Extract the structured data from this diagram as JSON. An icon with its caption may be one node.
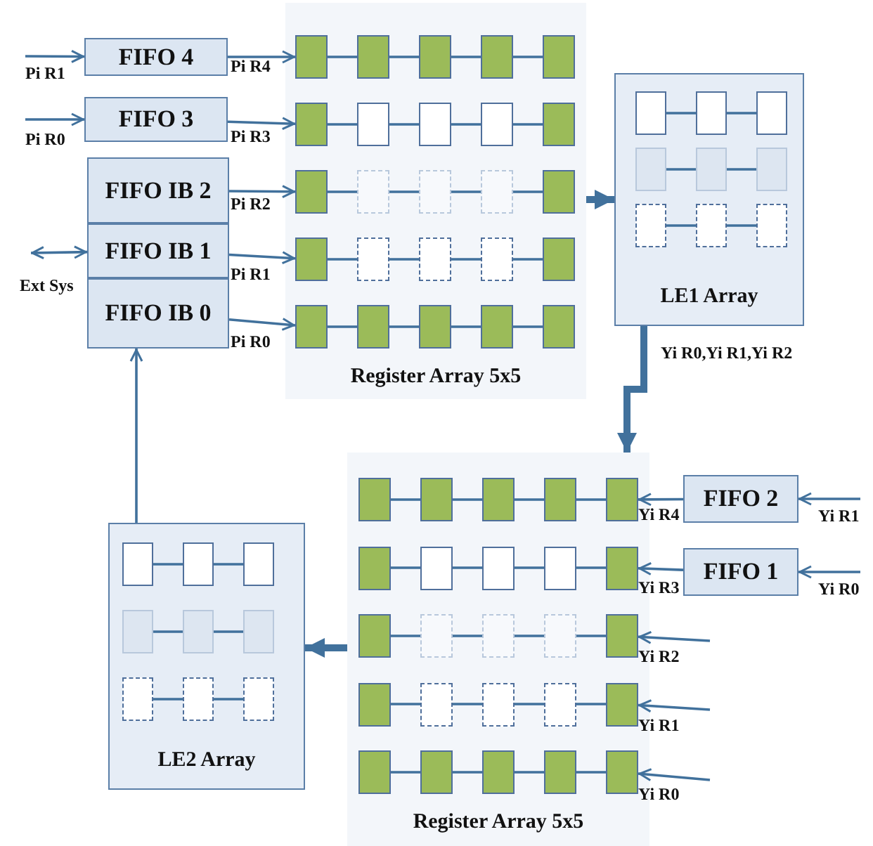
{
  "diagram": {
    "nodes": [
      {
        "text": [
          "FIFO 4"
        ]
      },
      {
        "text": [
          "FIFO 3"
        ]
      },
      {
        "text": [
          "FIFO IB 2"
        ]
      },
      {
        "text": [
          "FIFO IB 1"
        ]
      },
      {
        "text": [
          "FIFO IB 0"
        ]
      },
      {
        "text": [
          "Register Array 5x5"
        ]
      },
      {
        "text": [],
        "shape": "box",
        "in": 5
      },
      {
        "text": [],
        "shape": "box",
        "in": 5
      },
      {
        "text": [],
        "shape": "box",
        "in": 5
      },
      {
        "text": [],
        "shape": "box",
        "in": 5
      },
      {
        "text": [],
        "shape": "box",
        "in": 5
      },
      {
        "text": [],
        "shape": "box",
        "in": 5
      },
      {
        "text": [],
        "shape": "box",
        "in": 5
      },
      {
        "text": [],
        "shape": "box",
        "in": 5
      },
      {
        "text": [],
        "shape": "box",
        "in": 5
      },
      {
        "text": [],
        "shape": "box",
        "in": 5
      },
      {
        "text": [],
        "shape": "box",
        "in": 5
      },
      {
        "text": [],
        "shape": "box",
        "in": 5
      },
      {
        "text": [],
        "shape": "box",
        "in": 5
      },
      {
        "text": [],
        "shape": "box",
        "in": 5
      },
      {
        "text": [],
        "shape": "box",
        "in": 5
      },
      {
        "text": [],
        "shape": "box",
        "in": 5
      },
      {
        "text": [],
        "shape": "box",
        "in": 5
      },
      {
        "text": [],
        "shape": "box",
        "in": 5
      },
      {
        "text": [],
        "shape": "box",
        "in": 5
      },
      {
        "text": [],
        "shape": "box",
        "in": 5
      },
      {
        "text": [],
        "shape": "box",
        "in": 5
      },
      {
        "text": [],
        "shape": "box",
        "in": 5
      },
      {
        "text": [],
        "shape": "box",
        "in": 5
      },
      {
        "text": [],
        "shape": "box",
        "in": 5
      },
      {
        "text": [],
        "shape": "box",
        "in": 5
      },
      {
        "text": [
          "LE1 Array"
        ]
      },
      {
        "text": [],
        "shape": "box",
        "in": 31
      },
      {
        "text": [],
        "shape": "box",
        "in": 31
      },
      {
        "text": [],
        "shape": "box",
        "in": 31
      },
      {
        "text": [],
        "shape": "box",
        "in": 31
      },
      {
        "text": [],
        "shape": "box",
        "in": 31
      },
      {
        "text": [],
        "shape": "box",
        "in": 31
      },
      {
        "text": [],
        "shape": "box",
        "in": 31
      },
      {
        "text": [],
        "shape": "box",
        "in": 31
      },
      {
        "text": [],
        "shape": "box",
        "in": 31
      },
      {
        "text": [
          "Register Array 5x5"
        ]
      },
      {
        "text": [],
        "shape": "box",
        "in": 41
      },
      {
        "text": [],
        "shape": "box",
        "in": 41
      },
      {
        "text": [],
        "shape": "box",
        "in": 41
      },
      {
        "text": [],
        "shape": "box",
        "in": 41
      },
      {
        "text": [],
        "shape": "box",
        "in": 41
      },
      {
        "text": [],
        "shape": "box",
        "in": 41
      },
      {
        "text": [],
        "shape": "box",
        "in": 41
      },
      {
        "text": [],
        "shape": "box",
        "in": 41
      },
      {
        "text": [],
        "shape": "box",
        "in": 41
      },
      {
        "text": [],
        "shape": "box",
        "in": 41
      },
      {
        "text": [],
        "shape": "box",
        "in": 41
      },
      {
        "text": [],
        "shape": "box",
        "in": 41
      },
      {
        "text": [],
        "shape": "box",
        "in": 41
      },
      {
        "text": [],
        "shape": "box",
        "in": 41
      },
      {
        "text": [],
        "shape": "box",
        "in": 41
      },
      {
        "text": [],
        "shape": "box",
        "in": 41
      },
      {
        "text": [],
        "shape": "box",
        "in": 41
      },
      {
        "text": [],
        "shape": "box",
        "in": 41
      },
      {
        "text": [],
        "shape": "box",
        "in": 41
      },
      {
        "text": [],
        "shape": "box",
        "in": 41
      },
      {
        "text": [],
        "shape": "box",
        "in": 41
      },
      {
        "text": [],
        "shape": "box",
        "in": 41
      },
      {
        "text": [],
        "shape": "box",
        "in": 41
      },
      {
        "text": [],
        "shape": "box",
        "in": 41
      },
      {
        "text": [],
        "shape": "box",
        "in": 41
      },
      {
        "text": [
          "FIFO 2"
        ]
      },
      {
        "text": [
          "FIFO 1"
        ]
      },
      {
        "text": [
          "LE2 Array"
        ]
      },
      {
        "text": [],
        "shape": "box",
        "in": 69
      },
      {
        "text": [],
        "shape": "box",
        "in": 69
      },
      {
        "text": [],
        "shape": "box",
        "in": 69
      },
      {
        "text": [],
        "shape": "box",
        "in": 69
      },
      {
        "text": [],
        "shape": "box",
        "in": 69
      },
      {
        "text": [],
        "shape": "box",
        "in": 69
      },
      {
        "text": [],
        "shape": "box",
        "in": 69
      },
      {
        "text": [],
        "shape": "box",
        "in": 69
      },
      {
        "text": [],
        "shape": "box",
        "in": 69
      }
    ],
    "edges": [
      {
        "from": null,
        "to": 0,
        "arrow": "to",
        "label": "Pi R1"
      },
      {
        "from": null,
        "to": 1,
        "arrow": "to",
        "label": "Pi R0"
      },
      {
        "from": null,
        "to": 3,
        "arrow": "both",
        "label": "Ext Sys"
      },
      {
        "from": 0,
        "to": 6,
        "arrow": "to",
        "label": "Pi R4"
      },
      {
        "from": 1,
        "to": 11,
        "arrow": "to",
        "label": "Pi R3"
      },
      {
        "from": 2,
        "to": 16,
        "arrow": "to",
        "label": "Pi R2"
      },
      {
        "from": 3,
        "to": 21,
        "arrow": "to",
        "label": "Pi R1"
      },
      {
        "from": 4,
        "to": 26,
        "arrow": "to",
        "label": "Pi R0"
      },
      {
        "from": 6,
        "to": 7,
        "arrow": "none"
      },
      {
        "from": 7,
        "to": 8,
        "arrow": "none"
      },
      {
        "from": 8,
        "to": 9,
        "arrow": "none"
      },
      {
        "from": 9,
        "to": 10,
        "arrow": "none"
      },
      {
        "from": 11,
        "to": 12,
        "arrow": "none"
      },
      {
        "from": 12,
        "to": 13,
        "arrow": "none"
      },
      {
        "from": 13,
        "to": 14,
        "arrow": "none"
      },
      {
        "from": 14,
        "to": 15,
        "arrow": "none"
      },
      {
        "from": 16,
        "to": 17,
        "arrow": "none"
      },
      {
        "from": 17,
        "to": 18,
        "arrow": "none"
      },
      {
        "from": 18,
        "to": 19,
        "arrow": "none"
      },
      {
        "from": 19,
        "to": 20,
        "arrow": "none"
      },
      {
        "from": 21,
        "to": 22,
        "arrow": "none"
      },
      {
        "from": 22,
        "to": 23,
        "arrow": "none"
      },
      {
        "from": 23,
        "to": 24,
        "arrow": "none"
      },
      {
        "from": 24,
        "to": 25,
        "arrow": "none"
      },
      {
        "from": 26,
        "to": 27,
        "arrow": "none"
      },
      {
        "from": 27,
        "to": 28,
        "arrow": "none"
      },
      {
        "from": 28,
        "to": 29,
        "arrow": "none"
      },
      {
        "from": 29,
        "to": 30,
        "arrow": "none"
      },
      {
        "from": 5,
        "to": 31,
        "arrow": "to",
        "style": "thick"
      },
      {
        "from": 32,
        "to": 33,
        "arrow": "none"
      },
      {
        "from": 33,
        "to": 34,
        "arrow": "none"
      },
      {
        "from": 35,
        "to": 36,
        "arrow": "none"
      },
      {
        "from": 36,
        "to": 37,
        "arrow": "none"
      },
      {
        "from": 38,
        "to": 39,
        "arrow": "none"
      },
      {
        "from": 39,
        "to": 40,
        "arrow": "none"
      },
      {
        "from": 31,
        "to": 41,
        "arrow": "to",
        "style": "thick",
        "label": "Yi R0,Yi R1,Yi R2"
      },
      {
        "from": null,
        "to": 67,
        "arrow": "to",
        "label": "Yi R1"
      },
      {
        "from": null,
        "to": 68,
        "arrow": "to",
        "label": "Yi R0"
      },
      {
        "from": 67,
        "to": 46,
        "arrow": "to",
        "label": "Yi R4"
      },
      {
        "from": 68,
        "to": 51,
        "arrow": "to",
        "label": "Yi R3"
      },
      {
        "from": null,
        "to": 56,
        "arrow": "to",
        "label": "Yi R2"
      },
      {
        "from": null,
        "to": 61,
        "arrow": "to",
        "label": "Yi R1"
      },
      {
        "from": null,
        "to": 66,
        "arrow": "to",
        "label": "Yi R0"
      },
      {
        "from": 42,
        "to": 43,
        "arrow": "none"
      },
      {
        "from": 43,
        "to": 44,
        "arrow": "none"
      },
      {
        "from": 44,
        "to": 45,
        "arrow": "none"
      },
      {
        "from": 45,
        "to": 46,
        "arrow": "none"
      },
      {
        "from": 47,
        "to": 48,
        "arrow": "none"
      },
      {
        "from": 48,
        "to": 49,
        "arrow": "none"
      },
      {
        "from": 49,
        "to": 50,
        "arrow": "none"
      },
      {
        "from": 50,
        "to": 51,
        "arrow": "none"
      },
      {
        "from": 52,
        "to": 53,
        "arrow": "none"
      },
      {
        "from": 53,
        "to": 54,
        "arrow": "none"
      },
      {
        "from": 54,
        "to": 55,
        "arrow": "none"
      },
      {
        "from": 55,
        "to": 56,
        "arrow": "none"
      },
      {
        "from": 57,
        "to": 58,
        "arrow": "none"
      },
      {
        "from": 58,
        "to": 59,
        "arrow": "none"
      },
      {
        "from": 59,
        "to": 60,
        "arrow": "none"
      },
      {
        "from": 60,
        "to": 61,
        "arrow": "none"
      },
      {
        "from": 62,
        "to": 63,
        "arrow": "none"
      },
      {
        "from": 63,
        "to": 64,
        "arrow": "none"
      },
      {
        "from": 64,
        "to": 65,
        "arrow": "none"
      },
      {
        "from": 65,
        "to": 66,
        "arrow": "none"
      },
      {
        "from": 41,
        "to": 69,
        "arrow": "to",
        "style": "thick"
      },
      {
        "from": 70,
        "to": 71,
        "arrow": "none"
      },
      {
        "from": 71,
        "to": 72,
        "arrow": "none"
      },
      {
        "from": 73,
        "to": 74,
        "arrow": "none"
      },
      {
        "from": 74,
        "to": 75,
        "arrow": "none"
      },
      {
        "from": 76,
        "to": 77,
        "arrow": "none"
      },
      {
        "from": 77,
        "to": 78,
        "arrow": "none"
      },
      {
        "from": 69,
        "to": 4,
        "arrow": "to"
      }
    ]
  }
}
